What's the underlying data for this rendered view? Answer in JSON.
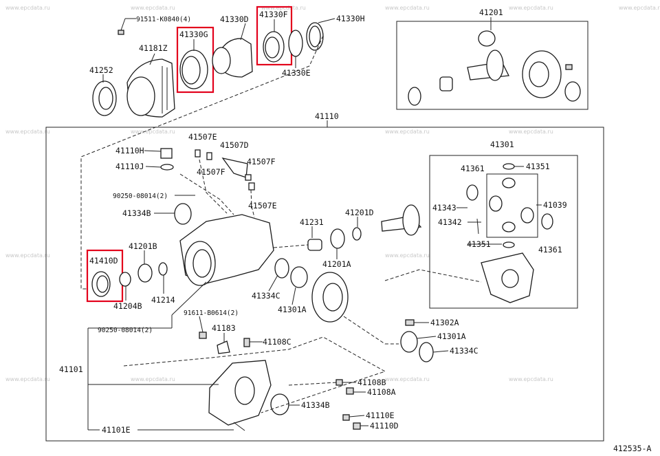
{
  "watermark": "www.epcdata.ru",
  "diagram_code": "412535-A",
  "labels": {
    "l_91511": "91511-K0840(4)",
    "l_41330D": "41330D",
    "l_41330F": "41330F",
    "l_41330H": "41330H",
    "l_41330G": "41330G",
    "l_41181Z": "41181Z",
    "l_41252": "41252",
    "l_41330E": "41330E",
    "l_41201": "41201",
    "l_41110": "41110",
    "l_41507E_a": "41507E",
    "l_41507D": "41507D",
    "l_41110H": "41110H",
    "l_41110J": "41110J",
    "l_41507F_a": "41507F",
    "l_41507F_b": "41507F",
    "l_41507E_b": "41507E",
    "l_90250_a": "90250-08014(2)",
    "l_41334B_a": "41334B",
    "l_41301": "41301",
    "l_41361_a": "41361",
    "l_41351_a": "41351",
    "l_41343": "41343",
    "l_41039": "41039",
    "l_41342": "41342",
    "l_41351_b": "41351",
    "l_41361_b": "41361",
    "l_41201D": "41201D",
    "l_41231": "41231",
    "l_41201B": "41201B",
    "l_41201A": "41201A",
    "l_41410D": "41410D",
    "l_41204B": "41204B",
    "l_41214": "41214",
    "l_41334C_a": "41334C",
    "l_41301A_a": "41301A",
    "l_91611": "91611-B0614(2)",
    "l_90250_b": "90250-08014(2)",
    "l_41183": "41183",
    "l_41108C": "41108C",
    "l_41302A": "41302A",
    "l_41301A_b": "41301A",
    "l_41334C_b": "41334C",
    "l_41101": "41101",
    "l_41108B": "41108B",
    "l_41108A": "41108A",
    "l_41334B_b": "41334B",
    "l_41110E": "41110E",
    "l_41110D": "41110D",
    "l_41101E": "41101E"
  },
  "highlighted_parts": [
    "41330G",
    "41330F",
    "41410D"
  ],
  "colors": {
    "highlight": "#e3001b",
    "line": "#222222",
    "watermark": "#c8c8c8"
  }
}
